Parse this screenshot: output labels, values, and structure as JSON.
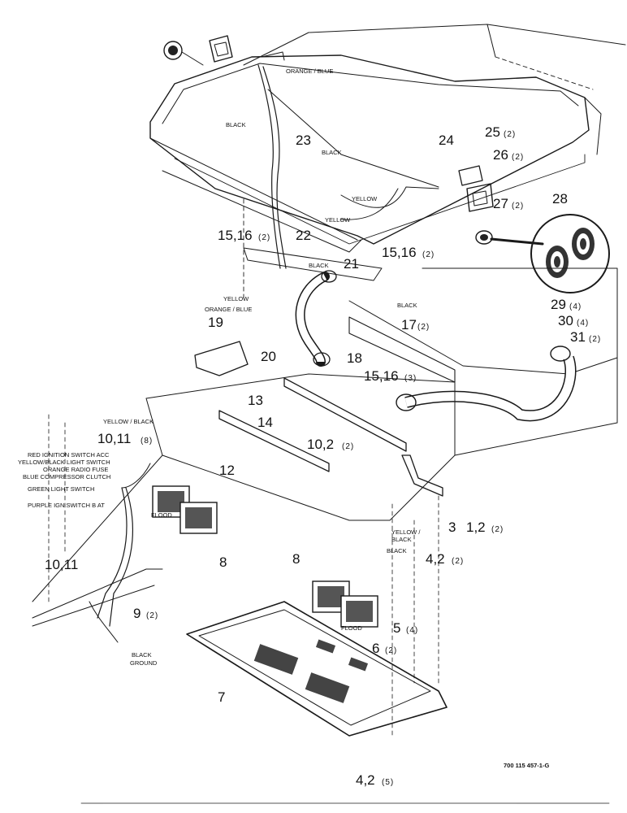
{
  "labels": {
    "l23": "23",
    "l24": "24",
    "l25": "25",
    "l25q": "(2)",
    "l26": "26",
    "l26q": "(2)",
    "l27": "27",
    "l27q": "(2)",
    "l28": "28",
    "l29": "29",
    "l29q": "(4)",
    "l30": "30",
    "l30q": "(4)",
    "l31": "31",
    "l31q": "(2)",
    "l22": "22",
    "l15a": "15,16",
    "l15aq": "(2)",
    "l15b": "15,16",
    "l15bq": "(2)",
    "l21": "21",
    "l17": "17",
    "l17q": "(2)",
    "l18": "18",
    "l19": "19",
    "l20": "20",
    "l15c": "15,16",
    "l15cq": "(3)",
    "l13": "13",
    "l14": "14",
    "l10a": "10,2",
    "l10aq": "(2)",
    "l12": "12",
    "l10b": "10,11",
    "l10bq": "(8)",
    "l3": "3",
    "l1": "1,2",
    "l1q": "(2)",
    "l4a": "4,2",
    "l4aq": "(2)",
    "l8a": "8",
    "l8b": "8",
    "l10c": "10,11",
    "l9": "9",
    "l9q": "(2)",
    "l5": "5",
    "l5q": "(4)",
    "l6": "6",
    "l6q": "(2)",
    "l7": "7",
    "l4b": "4,2",
    "l4bq": "(5)"
  },
  "wires": {
    "orange_blue_top": "ORANGE / BLUE",
    "black_1": "BLACK",
    "black_2": "BLACK",
    "yellow_1": "YELLOW",
    "yellow_2": "YELLOW",
    "black_3": "BLACK",
    "yellow_left": "YELLOW",
    "orange_blue_left": "ORANGE / BLUE",
    "black_right": "BLACK",
    "yellow_black_top": "YELLOW / BLACK",
    "red_ignition": "RED  IGNITION SWITCH  ACC",
    "yellow_black_light": "YELLOW/BLACK LIGHT SWITCH",
    "orange_radio": "ORANGE  RADIO FUSE",
    "blue_compressor": "BLUE COMPRESSOR CLUTCH",
    "green_light": "GREEN LIGHT SWITCH",
    "purple_ign": "PURPLE  IGN SWITCH B AT",
    "flood_left": "FLOOD",
    "yellow_black_lower": "YELLOW /",
    "yellow_black_lower2": "BLACK",
    "black_lower": "BLACK",
    "flood_right": "FLOOD",
    "black_ground": "BLACK",
    "ground": "GROUND"
  },
  "figure_code": "700 115 457-1-G"
}
